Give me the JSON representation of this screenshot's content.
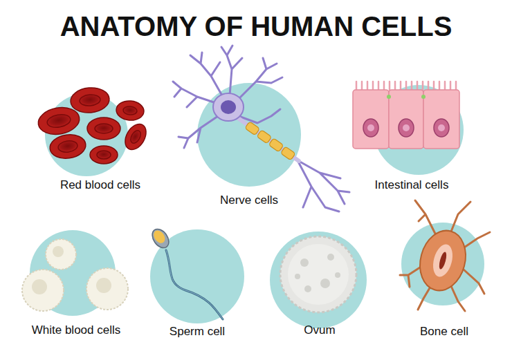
{
  "diagram": {
    "title": "ANATOMY OF HUMAN CELLS",
    "nodes": [
      {
        "text": [
          "Red blood cells"
        ]
      },
      {
        "text": [
          "Nerve cells"
        ]
      },
      {
        "text": [
          "Intestinal cells"
        ]
      },
      {
        "text": [
          "White blood cells"
        ]
      },
      {
        "text": [
          "Sperm cell"
        ]
      },
      {
        "text": [
          "Ovum"
        ]
      },
      {
        "text": [
          "Bone cell"
        ]
      }
    ]
  }
}
